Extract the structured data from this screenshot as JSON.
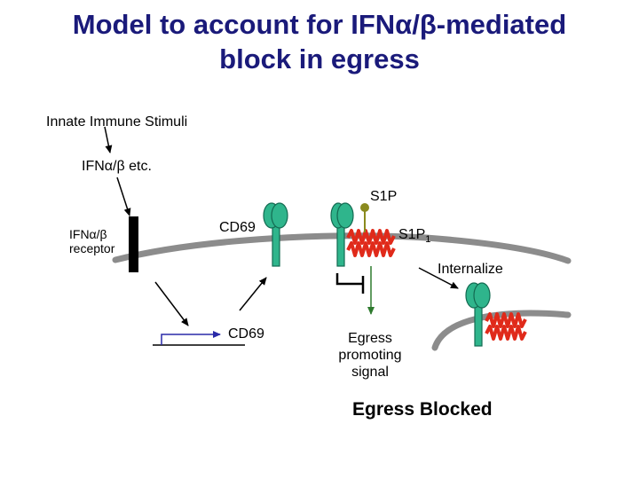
{
  "title_line1": "Model to account for IFNα/β-mediated",
  "title_line2": "block in egress",
  "labels": {
    "innate_stimuli": "Innate Immune Stimuli",
    "ifn_etc": "IFNα/β etc.",
    "receptor_line1": "IFNα/β",
    "receptor_line2": "receptor",
    "cd69_membrane": "CD69",
    "s1p": "S1P",
    "s1p1": "S1P",
    "s1p1_sub": "1",
    "internalize": "Internalize",
    "cd69_gene": "CD69",
    "egress_line1": "Egress",
    "egress_line2": "promoting",
    "egress_line3": "signal",
    "blocked": "Egress Blocked"
  },
  "colors": {
    "title": "#1a1a7a",
    "membrane": "#8c8c8c",
    "receptor_green": "#2fb58c",
    "receptor_dark": "#136b52",
    "s1p1_red": "#e02a1a",
    "s1p_ligand": "#8a8a1e",
    "signal_arrow": "#2e7a2e",
    "gene_arrow": "#2a2aa8"
  }
}
